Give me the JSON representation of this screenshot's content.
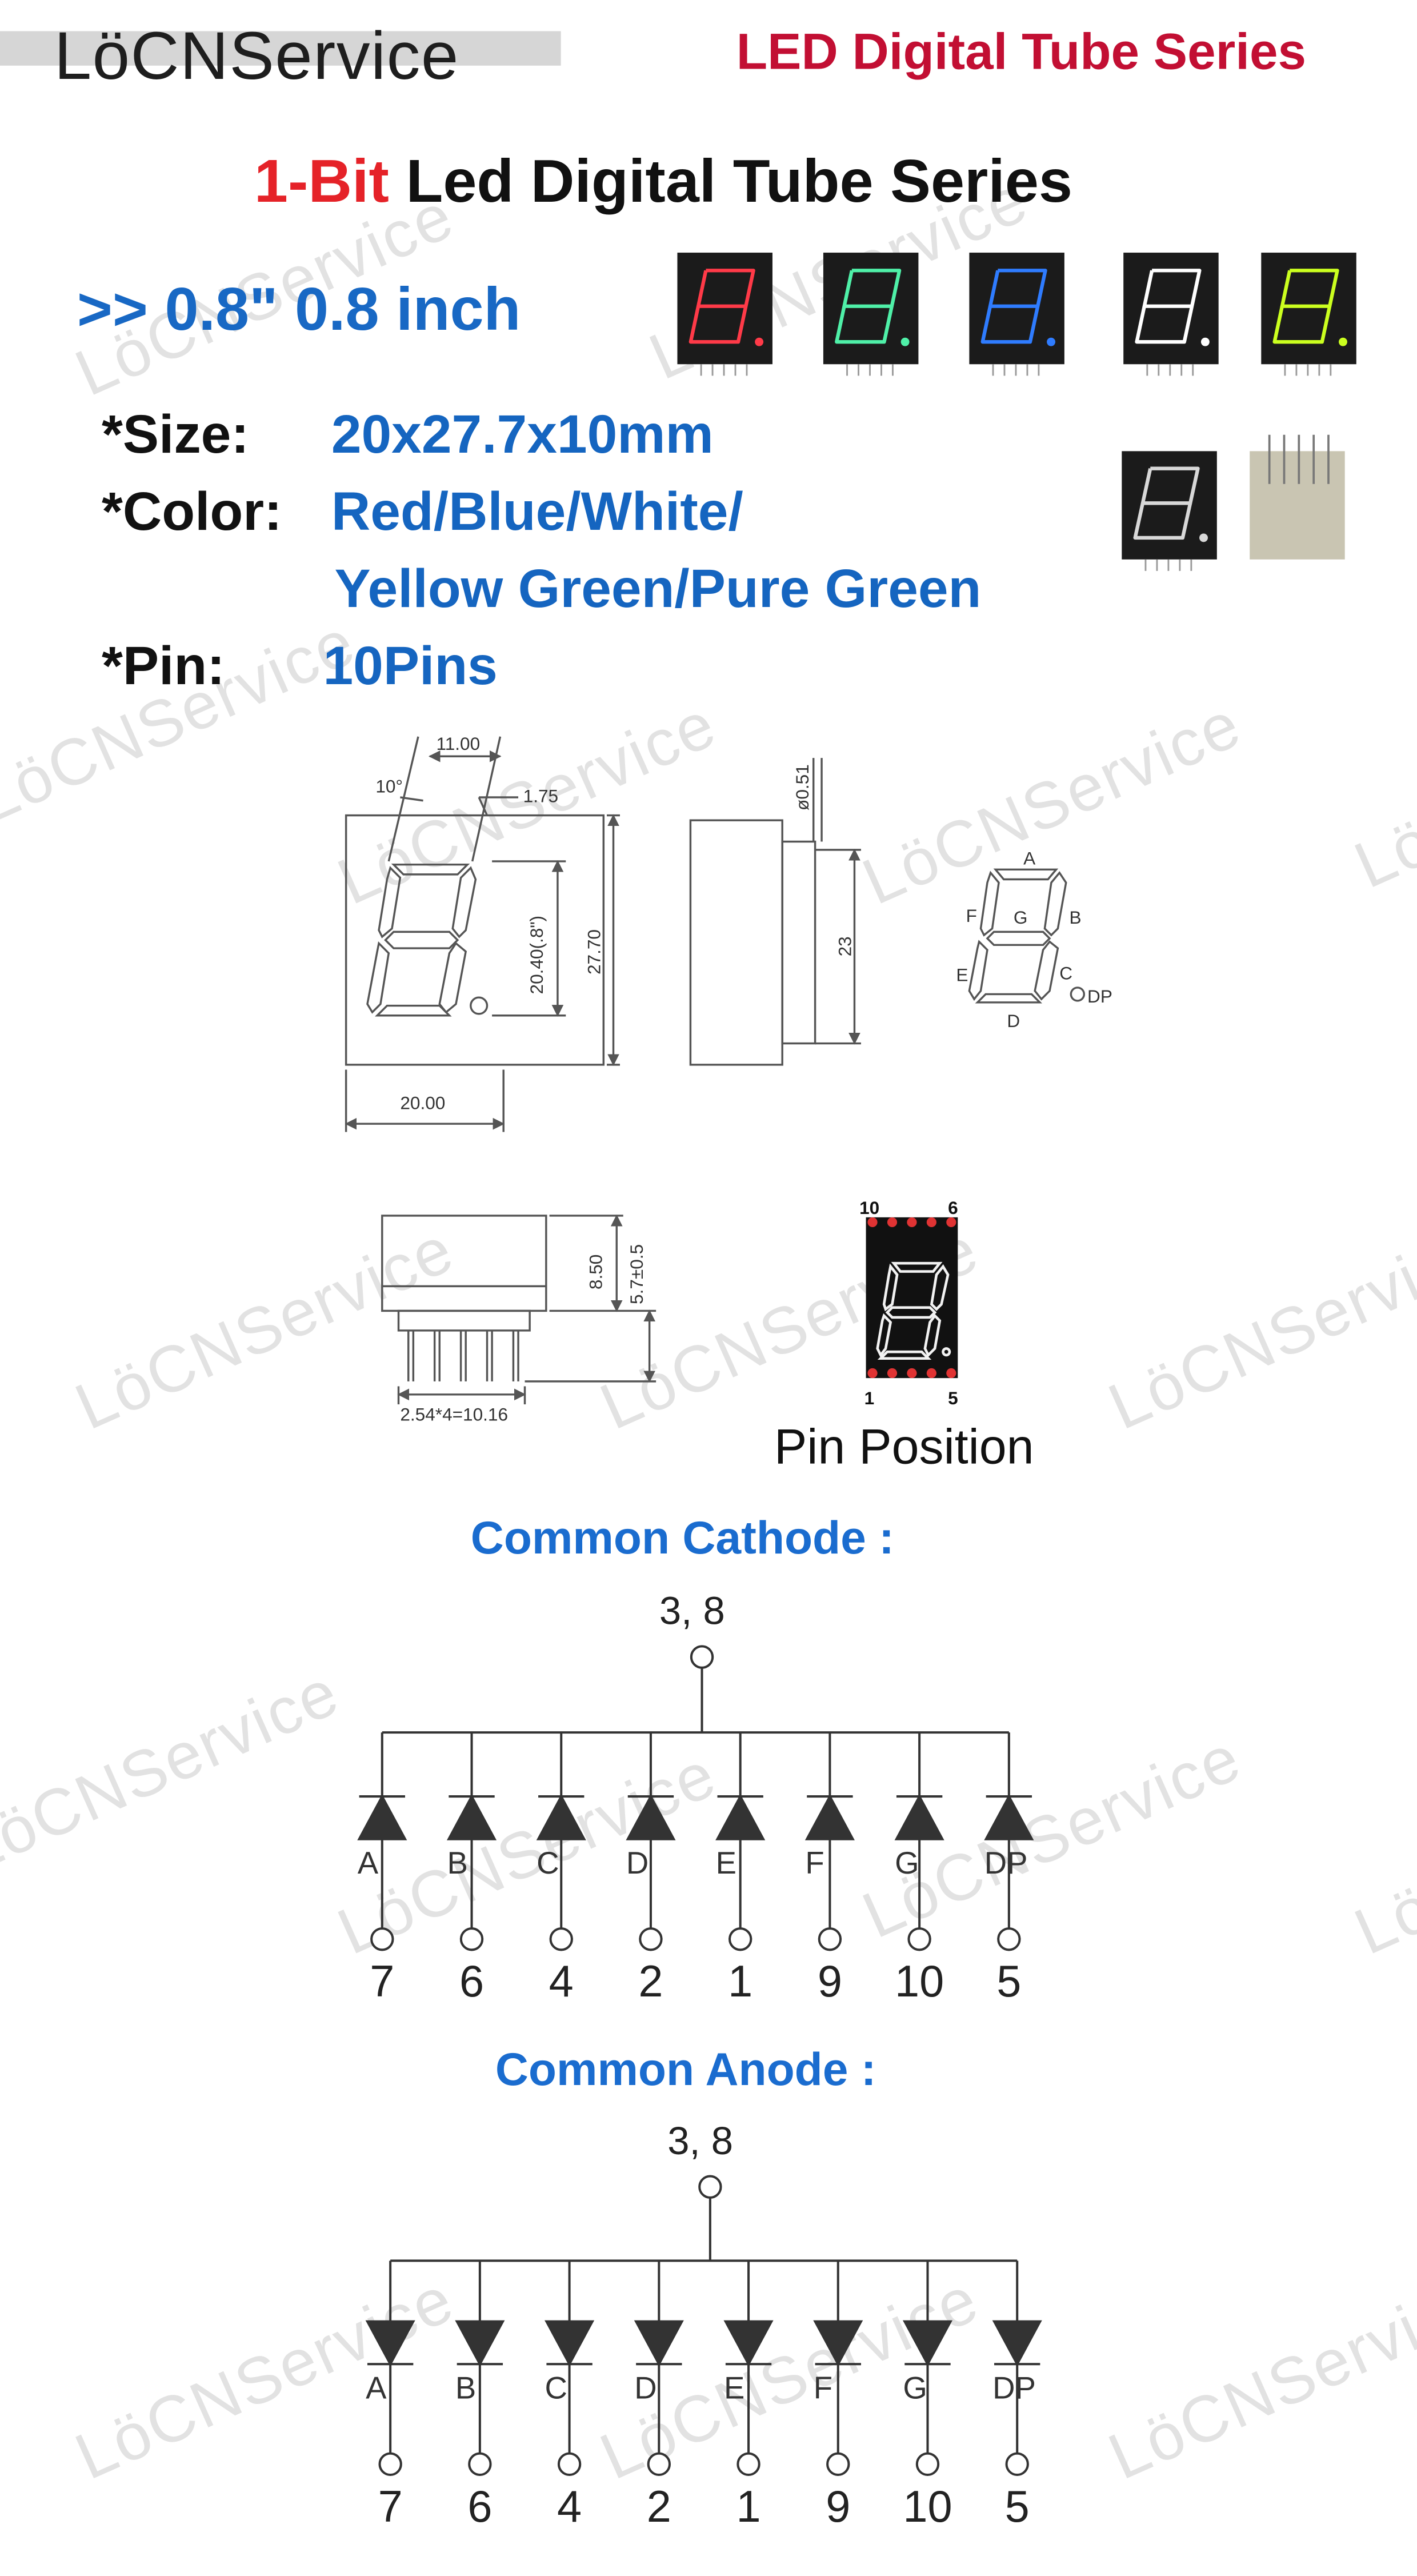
{
  "header": {
    "brand": "LöCNService",
    "series": "LED Digital Tube Series"
  },
  "title": {
    "highlight": "1-Bit",
    "rest": " Led Digital Tube Series"
  },
  "subtitle": ">> 0.8\"  0.8 inch",
  "specs": {
    "size_label": "*Size:",
    "size_value": "20x27.7x10mm",
    "color_label": "*Color:",
    "color_value_line1": "Red/Blue/White/",
    "color_value_line2": "Yellow Green/Pure Green",
    "pin_label": "*Pin:",
    "pin_value": "10Pins"
  },
  "product_colors": {
    "red": "#ff3a48",
    "green": "#4ff0a8",
    "blue": "#2f7cff",
    "white": "#ffffff",
    "yellow_green": "#cbff1f",
    "off": "#d8d8d8"
  },
  "drawing": {
    "front": {
      "dim_width_top": "11.00",
      "dim_angle": "10°",
      "dim_seg": "1.75",
      "dim_digit_height": "20.40(.8\")",
      "dim_height": "27.70",
      "dim_width": "20.00"
    },
    "side": {
      "dim_pin_dia": "ø0.51",
      "dim_depth": "23"
    },
    "segments": {
      "a": "A",
      "b": "B",
      "c": "C",
      "d": "D",
      "e": "E",
      "f": "F",
      "g": "G",
      "dp": "DP"
    },
    "bottom": {
      "dim_height": "8.50",
      "dim_pin": "5.7±0.5",
      "dim_pitch": "2.54*4=10.16"
    },
    "pin_position": {
      "pin_10": "10",
      "pin_6": "6",
      "pin_1": "1",
      "pin_5": "5",
      "caption": "Pin Position"
    }
  },
  "common_cathode": {
    "title": "Common Cathode :",
    "common_pins": "3,  8",
    "segments": [
      "A",
      "B",
      "C",
      "D",
      "E",
      "F",
      "G",
      "DP"
    ],
    "pins": [
      "7",
      "6",
      "4",
      "2",
      "1",
      "9",
      "10",
      "5"
    ]
  },
  "common_anode": {
    "title": "Common Anode :",
    "common_pins": "3,  8",
    "segments": [
      "A",
      "B",
      "C",
      "D",
      "E",
      "F",
      "G",
      "DP"
    ],
    "pins": [
      "7",
      "6",
      "4",
      "2",
      "1",
      "9",
      "10",
      "5"
    ]
  },
  "watermark": "LöCNService"
}
